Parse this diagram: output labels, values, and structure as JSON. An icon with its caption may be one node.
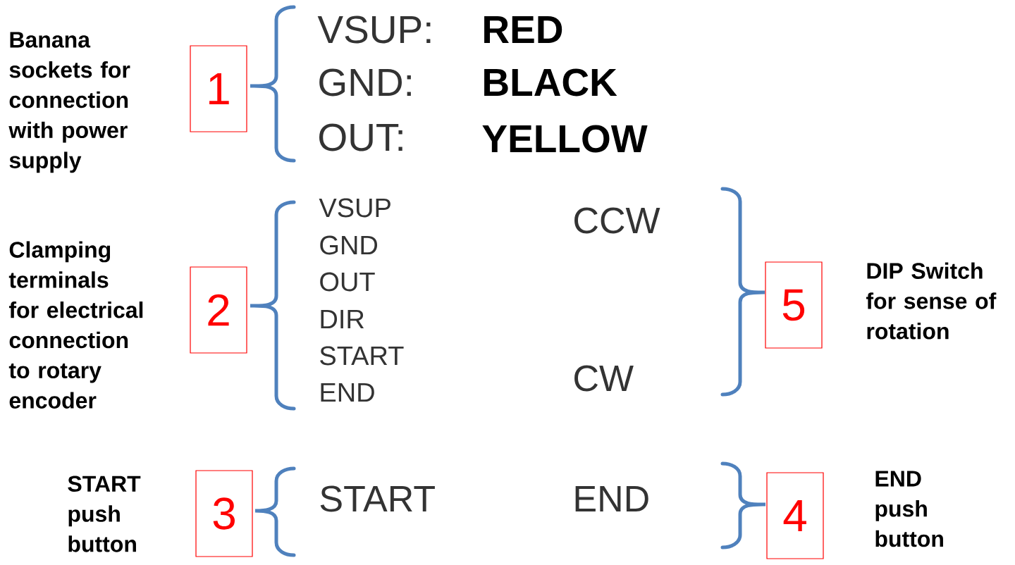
{
  "diagram": {
    "nodes": [
      {
        "text": [
          "1"
        ]
      },
      {
        "text": [
          "2"
        ]
      },
      {
        "text": [
          "5"
        ]
      },
      {
        "text": [
          "3"
        ]
      },
      {
        "text": [
          "4"
        ]
      }
    ],
    "labels": [
      "Banana sockets for connection with power supply",
      "VSUP:",
      "RED",
      "GND:",
      "BLACK",
      "OUT:",
      "YELLOW",
      "Clamping terminals for electrical connection to rotary encoder",
      "VSUP",
      "CCW",
      "GND",
      "OUT",
      "DIR",
      "START",
      "CW",
      "END",
      "DIP Switch for sense of rotation",
      "START push button",
      "START",
      "END",
      "END push button"
    ]
  }
}
